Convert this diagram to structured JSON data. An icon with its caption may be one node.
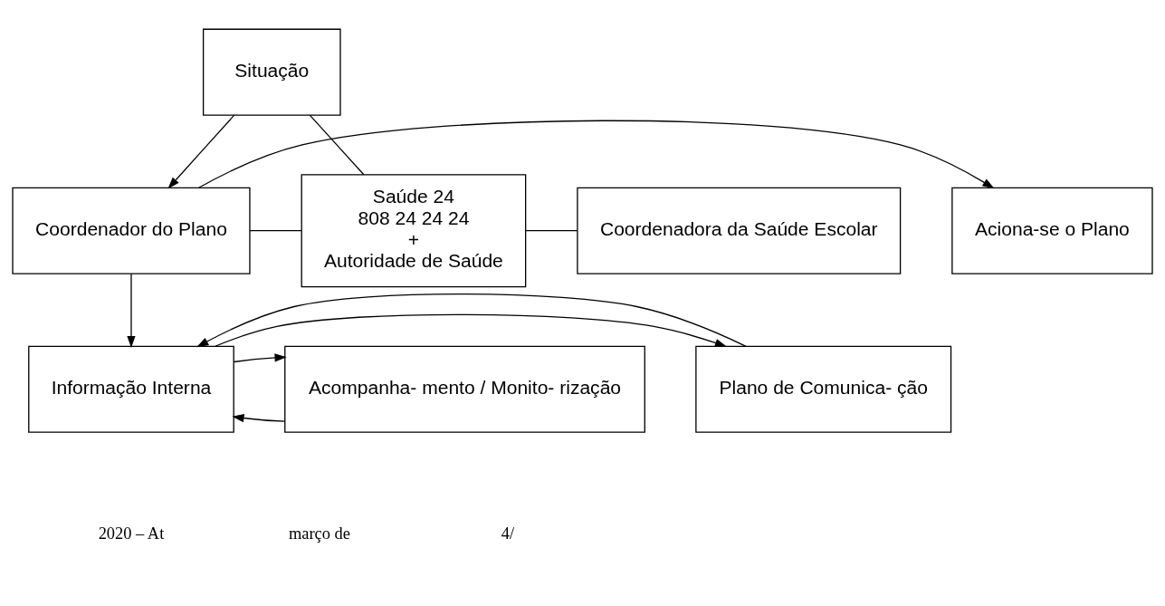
{
  "diagram": {
    "nodes": [
      {
        "text": [
          "Situação"
        ]
      },
      {
        "text": [
          "Aciona-se o Plano"
        ]
      },
      {
        "text": [
          "Coordenador do Plano"
        ]
      },
      {
        "text": [
          "Saúde 24",
          "808 24 24 24",
          "+",
          "Autoridade de Saúde"
        ]
      },
      {
        "text": [
          "Coordenadora da Saúde Escolar"
        ]
      },
      {
        "text": [
          "Plano de Comunica- ção"
        ]
      },
      {
        "text": [
          "Informação Interna"
        ]
      },
      {
        "text": [
          "Acompanha- mento / Monito- rização"
        ]
      }
    ],
    "edges": [
      {
        "from": 0,
        "to": 2,
        "arrow": "to"
      },
      {
        "from": 0,
        "to": 3,
        "arrow": "none"
      },
      {
        "from": 2,
        "to": 1,
        "arrow": "to"
      },
      {
        "from": 2,
        "to": 3,
        "arrow": "none"
      },
      {
        "from": 3,
        "to": 4,
        "arrow": "none"
      },
      {
        "from": 2,
        "to": 6,
        "arrow": "to"
      },
      {
        "from": 6,
        "to": 5,
        "arrow": "to"
      },
      {
        "from": 5,
        "to": 6,
        "arrow": "to"
      },
      {
        "from": 7,
        "to": 6,
        "arrow": "to"
      },
      {
        "from": 6,
        "to": 7,
        "arrow": "to"
      }
    ],
    "labels": [
      "2020 – At",
      "março de",
      "4/"
    ]
  }
}
